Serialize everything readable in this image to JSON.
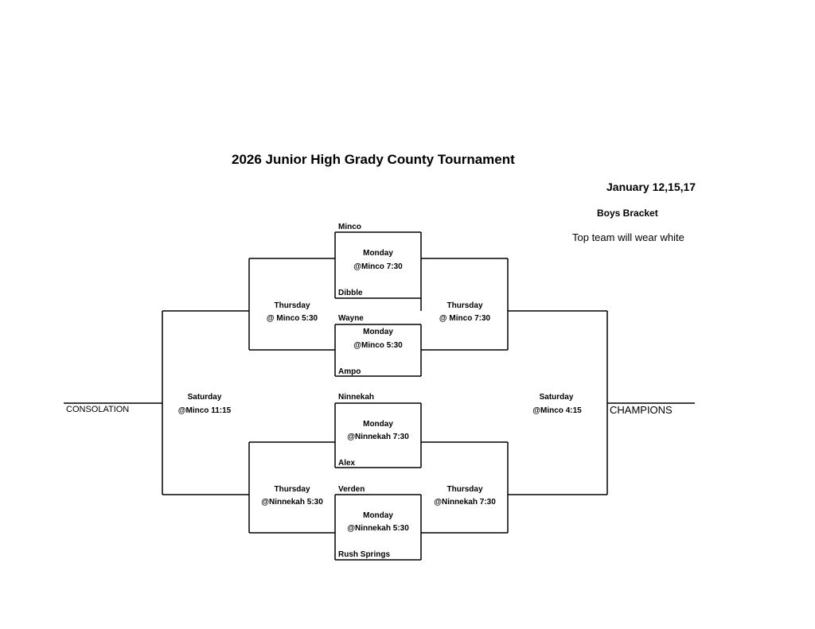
{
  "title": "2026 Junior High Grady County Tournament",
  "dates": "January 12,15,17",
  "bracket_name": "Boys Bracket",
  "note": "Top team will wear white",
  "consolation_label": "CONSOLATION",
  "champions_label": "CHAMPIONS",
  "teams": [
    "Minco",
    "Dibble",
    "Wayne",
    "Ampo",
    "Ninnekah",
    "Alex",
    "Verden",
    "Rush Springs"
  ],
  "monday_games": [
    {
      "day": "Monday",
      "site": "@Minco 7:30"
    },
    {
      "day": "Monday",
      "site": "@Minco 5:30"
    },
    {
      "day": "Monday",
      "site": "@Ninnekah 7:30"
    },
    {
      "day": "Monday",
      "site": "@Ninnekah 5:30"
    }
  ],
  "thursday_consolation": [
    {
      "day": "Thursday",
      "site": "@ Minco 5:30"
    },
    {
      "day": "Thursday",
      "site": "@Ninnekah 5:30"
    }
  ],
  "thursday_winners": [
    {
      "day": "Thursday",
      "site": "@ Minco 7:30"
    },
    {
      "day": "Thursday",
      "site": "@Ninnekah 7:30"
    }
  ],
  "saturday_consolation": {
    "day": "Saturday",
    "site": "@Minco 11:15"
  },
  "saturday_championship": {
    "day": "Saturday",
    "site": "@Minco 4:15"
  }
}
